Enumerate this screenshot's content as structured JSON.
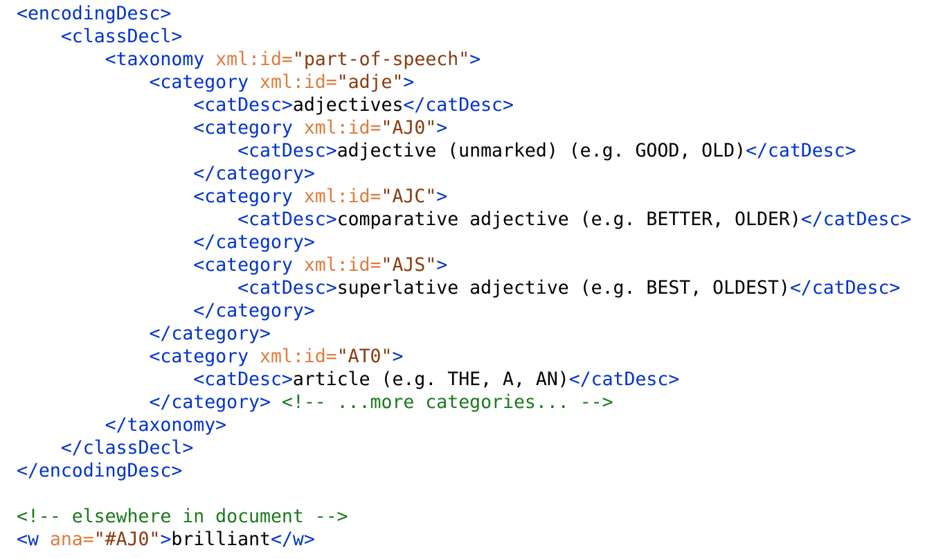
{
  "colors": {
    "tag": "#0033cc",
    "attribute_name": "#e07b3c",
    "attribute_value": "#8b3a0e",
    "text": "#000000",
    "comment": "#1a7a1a",
    "background": "#ffffff"
  },
  "lines": [
    {
      "indent": "",
      "tokens": [
        {
          "t": "tag",
          "v": "<encodingDesc>"
        }
      ]
    },
    {
      "indent": "    ",
      "tokens": [
        {
          "t": "tag",
          "v": "<classDecl>"
        }
      ]
    },
    {
      "indent": "        ",
      "tokens": [
        {
          "t": "tag",
          "v": "<taxonomy "
        },
        {
          "t": "attr",
          "v": "xml:id="
        },
        {
          "t": "val",
          "v": "\"part-of-speech\""
        },
        {
          "t": "tag",
          "v": ">"
        }
      ]
    },
    {
      "indent": "            ",
      "tokens": [
        {
          "t": "tag",
          "v": "<category "
        },
        {
          "t": "attr",
          "v": "xml:id="
        },
        {
          "t": "val",
          "v": "\"adje\""
        },
        {
          "t": "tag",
          "v": ">"
        }
      ]
    },
    {
      "indent": "                ",
      "tokens": [
        {
          "t": "tag",
          "v": "<catDesc>"
        },
        {
          "t": "txt",
          "v": "adjectives"
        },
        {
          "t": "tag",
          "v": "</catDesc>"
        }
      ]
    },
    {
      "indent": "                ",
      "tokens": [
        {
          "t": "tag",
          "v": "<category "
        },
        {
          "t": "attr",
          "v": "xml:id="
        },
        {
          "t": "val",
          "v": "\"AJ0\""
        },
        {
          "t": "tag",
          "v": ">"
        }
      ]
    },
    {
      "indent": "                    ",
      "tokens": [
        {
          "t": "tag",
          "v": "<catDesc>"
        },
        {
          "t": "txt",
          "v": "adjective (unmarked) (e.g. GOOD, OLD)"
        },
        {
          "t": "tag",
          "v": "</catDesc>"
        }
      ]
    },
    {
      "indent": "                ",
      "tokens": [
        {
          "t": "tag",
          "v": "</category>"
        }
      ]
    },
    {
      "indent": "                ",
      "tokens": [
        {
          "t": "tag",
          "v": "<category "
        },
        {
          "t": "attr",
          "v": "xml:id="
        },
        {
          "t": "val",
          "v": "\"AJC\""
        },
        {
          "t": "tag",
          "v": ">"
        }
      ]
    },
    {
      "indent": "                    ",
      "tokens": [
        {
          "t": "tag",
          "v": "<catDesc>"
        },
        {
          "t": "txt",
          "v": "comparative adjective (e.g. BETTER, OLDER)"
        },
        {
          "t": "tag",
          "v": "</catDesc>"
        }
      ]
    },
    {
      "indent": "                ",
      "tokens": [
        {
          "t": "tag",
          "v": "</category>"
        }
      ]
    },
    {
      "indent": "                ",
      "tokens": [
        {
          "t": "tag",
          "v": "<category "
        },
        {
          "t": "attr",
          "v": "xml:id="
        },
        {
          "t": "val",
          "v": "\"AJS\""
        },
        {
          "t": "tag",
          "v": ">"
        }
      ]
    },
    {
      "indent": "                    ",
      "tokens": [
        {
          "t": "tag",
          "v": "<catDesc>"
        },
        {
          "t": "txt",
          "v": "superlative adjective (e.g. BEST, OLDEST)"
        },
        {
          "t": "tag",
          "v": "</catDesc>"
        }
      ]
    },
    {
      "indent": "                ",
      "tokens": [
        {
          "t": "tag",
          "v": "</category>"
        }
      ]
    },
    {
      "indent": "            ",
      "tokens": [
        {
          "t": "tag",
          "v": "</category>"
        }
      ]
    },
    {
      "indent": "            ",
      "tokens": [
        {
          "t": "tag",
          "v": "<category "
        },
        {
          "t": "attr",
          "v": "xml:id="
        },
        {
          "t": "val",
          "v": "\"AT0\""
        },
        {
          "t": "tag",
          "v": ">"
        }
      ]
    },
    {
      "indent": "                ",
      "tokens": [
        {
          "t": "tag",
          "v": "<catDesc>"
        },
        {
          "t": "txt",
          "v": "article (e.g. THE, A, AN)"
        },
        {
          "t": "tag",
          "v": "</catDesc>"
        }
      ]
    },
    {
      "indent": "            ",
      "tokens": [
        {
          "t": "tag",
          "v": "</category>"
        },
        {
          "t": "txt",
          "v": " "
        },
        {
          "t": "cmt",
          "v": "<!-- ...more categories... -->"
        }
      ]
    },
    {
      "indent": "        ",
      "tokens": [
        {
          "t": "tag",
          "v": "</taxonomy>"
        }
      ]
    },
    {
      "indent": "    ",
      "tokens": [
        {
          "t": "tag",
          "v": "</classDecl>"
        }
      ]
    },
    {
      "indent": "",
      "tokens": [
        {
          "t": "tag",
          "v": "</encodingDesc>"
        }
      ]
    },
    {
      "indent": "",
      "tokens": []
    },
    {
      "indent": "",
      "tokens": [
        {
          "t": "cmt",
          "v": "<!-- elsewhere in document -->"
        }
      ]
    },
    {
      "indent": "",
      "tokens": [
        {
          "t": "tag",
          "v": "<w "
        },
        {
          "t": "attr",
          "v": "ana="
        },
        {
          "t": "val",
          "v": "\"#AJ0\""
        },
        {
          "t": "tag",
          "v": ">"
        },
        {
          "t": "txt",
          "v": "brilliant"
        },
        {
          "t": "tag",
          "v": "</w>"
        }
      ]
    }
  ]
}
